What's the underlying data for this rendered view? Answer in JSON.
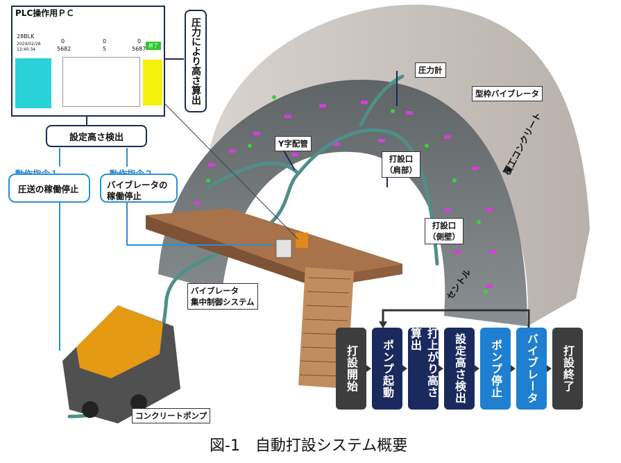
{
  "plc": {
    "title": "PLC操作用ＰＣ",
    "block": "28BLK",
    "date": "2024/02/28",
    "time": "12:40:34",
    "readout_values": [
      "0",
      "0",
      "0",
      "5682",
      "5",
      "5687"
    ],
    "stop_label": "終了"
  },
  "labels": {
    "pressure_calc": "圧力により高さ算出",
    "set_height_detect": "設定高さ検出",
    "cmd1_title": "動作指令１",
    "cmd1_body": "圧送の稼働停止",
    "cmd2_title": "動作指令２",
    "cmd2_body_line1": "バイブレータの",
    "cmd2_body_line2": "稼働停止",
    "pressure_gauge": "圧力計",
    "form_vibrator": "型枠バイブレータ",
    "y_pipe": "Y字配管",
    "shoulder_port_line1": "打設口",
    "shoulder_port_line2": "（肩部）",
    "side_port_line1": "打設口",
    "side_port_line2": "（側壁）",
    "lining_concrete": "覆工コンクリート",
    "centle": "セントル",
    "vib_system_line1": "バイブレータ",
    "vib_system_line2": "集中制御システム",
    "concrete_pump": "コンクリートポンプ"
  },
  "flow": [
    {
      "label": "打設開始",
      "color": "#3d3d3d"
    },
    {
      "label": "ポンプ起動",
      "color": "#1b2a5e"
    },
    {
      "label": "打上がり高さ算出",
      "color": "#1b2a5e"
    },
    {
      "label": "設定高さ検出",
      "color": "#1b2a5e"
    },
    {
      "label": "ポンプ停止",
      "color": "#1f7fd0"
    },
    {
      "label": "バイブレータ",
      "color": "#1f7fd0"
    },
    {
      "label": "打設終了",
      "color": "#3d3d3d"
    }
  ],
  "caption": "図-1　自動打設システム概要",
  "colors": {
    "navy": "#1b2a55",
    "blue": "#2a8fd6",
    "tunnel": "#c9c3bf",
    "pipe": "#4f8f88",
    "vibrator": "#d33fd9",
    "sensor": "#3dd13d",
    "deck": "#a8724a",
    "pump_orange": "#e49a12"
  }
}
